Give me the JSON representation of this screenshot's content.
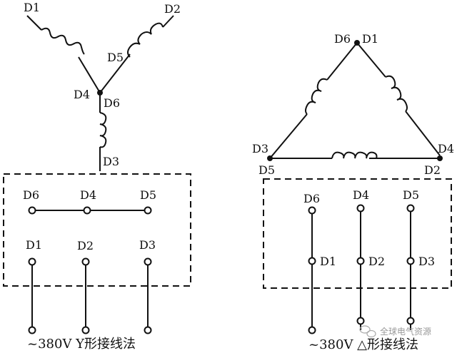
{
  "star": {
    "windings": {
      "d1": "D1",
      "d2": "D2",
      "d3": "D3",
      "d4": "D4",
      "d5": "D5",
      "d6": "D6"
    },
    "box_top": {
      "t1": "D6",
      "t2": "D4",
      "t3": "D5"
    },
    "box_bottom": {
      "t1": "D1",
      "t2": "D2",
      "t3": "D3"
    },
    "caption": "~380V Y形接线法"
  },
  "delta": {
    "vertices": {
      "top_a": "D6",
      "top_b": "D1",
      "left_a": "D3",
      "left_b": "D5",
      "right_a": "D4",
      "right_b": "D2"
    },
    "box_top": {
      "t1": "D6",
      "t2": "D4",
      "t3": "D5"
    },
    "box_mid": {
      "t1": "D1",
      "t2": "D2",
      "t3": "D3"
    },
    "caption": "~380V △形接线法"
  },
  "watermark": "全球电气资源"
}
